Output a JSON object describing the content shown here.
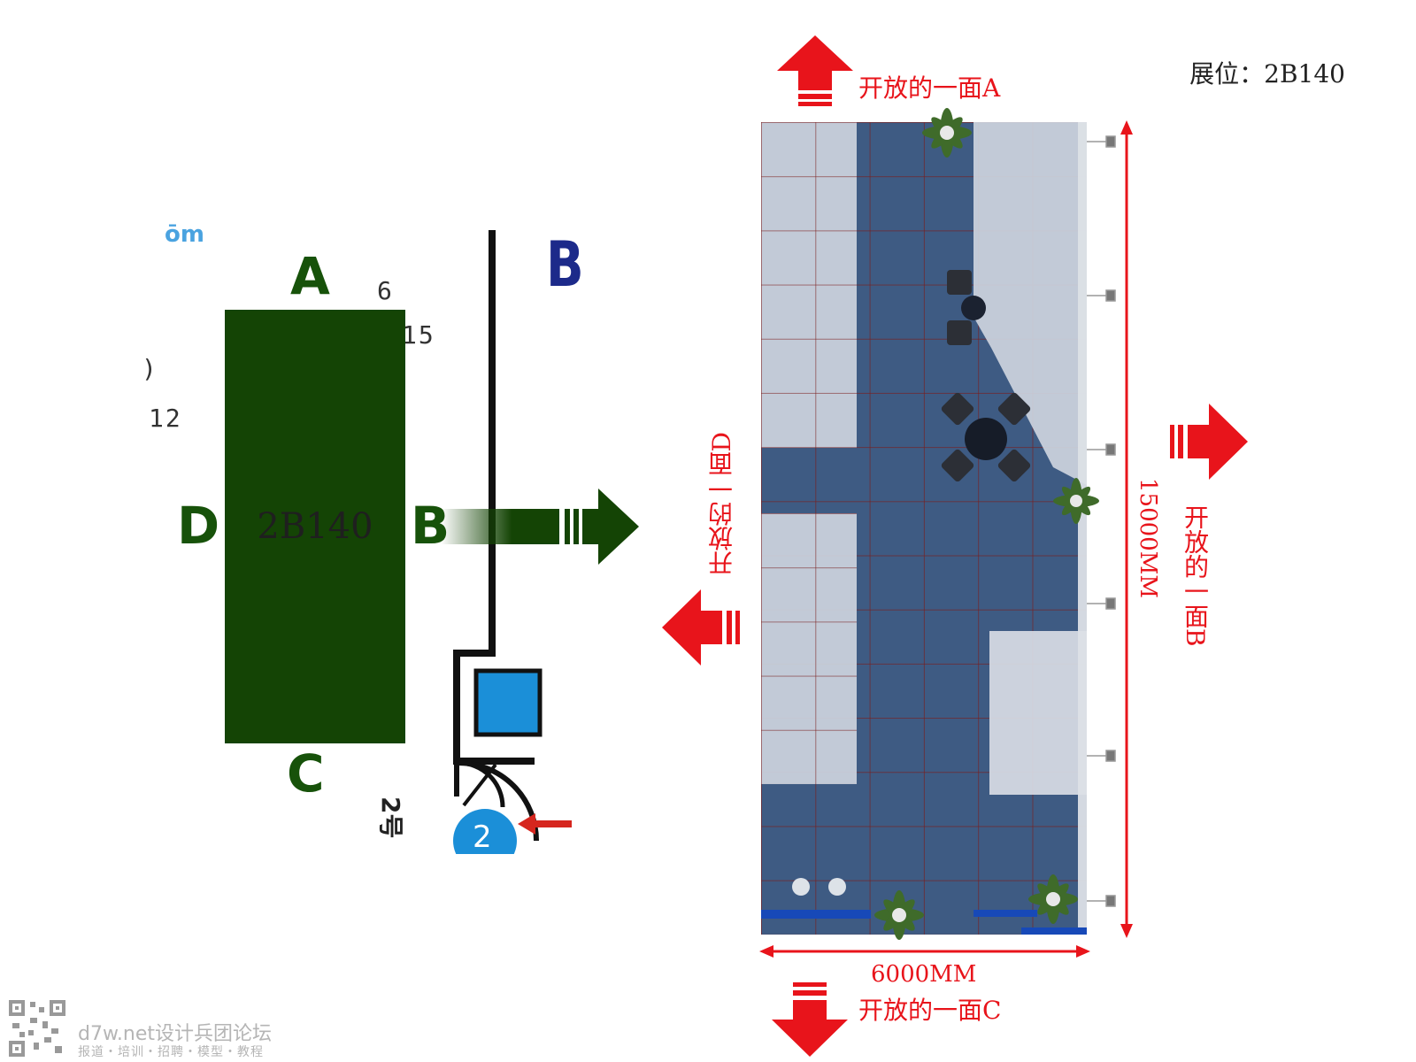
{
  "header": {
    "booth_label": "展位：2B140"
  },
  "site_map": {
    "booth_code": "2B140",
    "sides": {
      "a": "A",
      "b": "B",
      "c": "C",
      "d": "D"
    },
    "neighbor_numbers": {
      "n6": "6",
      "n15": "15",
      "n12": "12"
    },
    "hall_letter": "B",
    "entrance_label": "2号",
    "entrance_number": "2",
    "fragments": {
      "top_left": "ōm",
      "left_edge": ")"
    }
  },
  "plan": {
    "open_side_a": "开放的一面A",
    "open_side_b": "开放的一面B",
    "open_side_c": "开放的一面C",
    "open_side_d": "开放的一面D",
    "width_label": "6000MM",
    "length_label": "15000MM"
  },
  "watermark": {
    "site": "d7w.net设计兵团论坛",
    "tagline": "报道・培训・招聘・模型・教程"
  },
  "colors": {
    "booth_green": "#144405",
    "arrow_red": "#e8141b",
    "carpet_blue": "#3e5b83",
    "hall_blue": "#1c2a8a"
  },
  "icons": [
    "up-arrow-icon",
    "down-arrow-icon",
    "left-arrow-icon",
    "right-arrow-icon",
    "plant-icon",
    "table-icon",
    "chair-icon",
    "spotlight-icon",
    "qr-code-icon"
  ]
}
